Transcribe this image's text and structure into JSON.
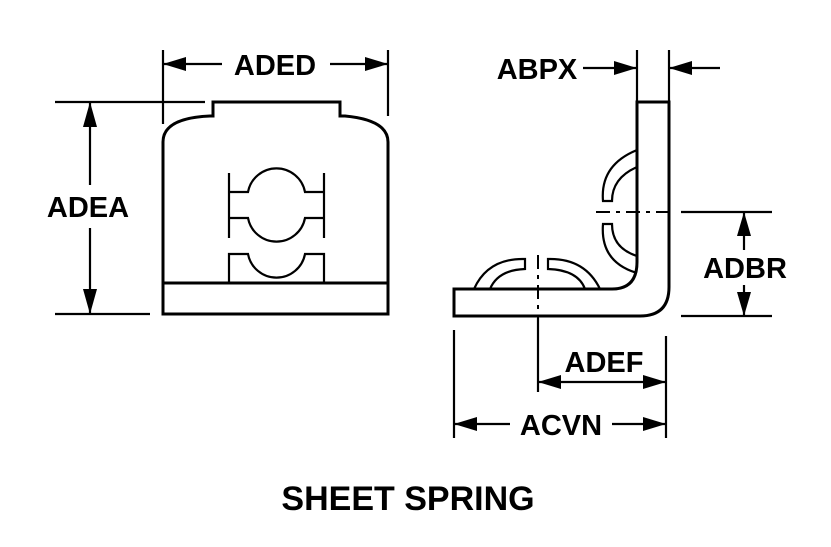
{
  "labels": {
    "aded": "ADED",
    "adea": "ADEA",
    "abpx": "ABPX",
    "adbr": "ADBR",
    "adef": "ADEF",
    "acvn": "ACVN"
  },
  "title": "SHEET SPRING"
}
